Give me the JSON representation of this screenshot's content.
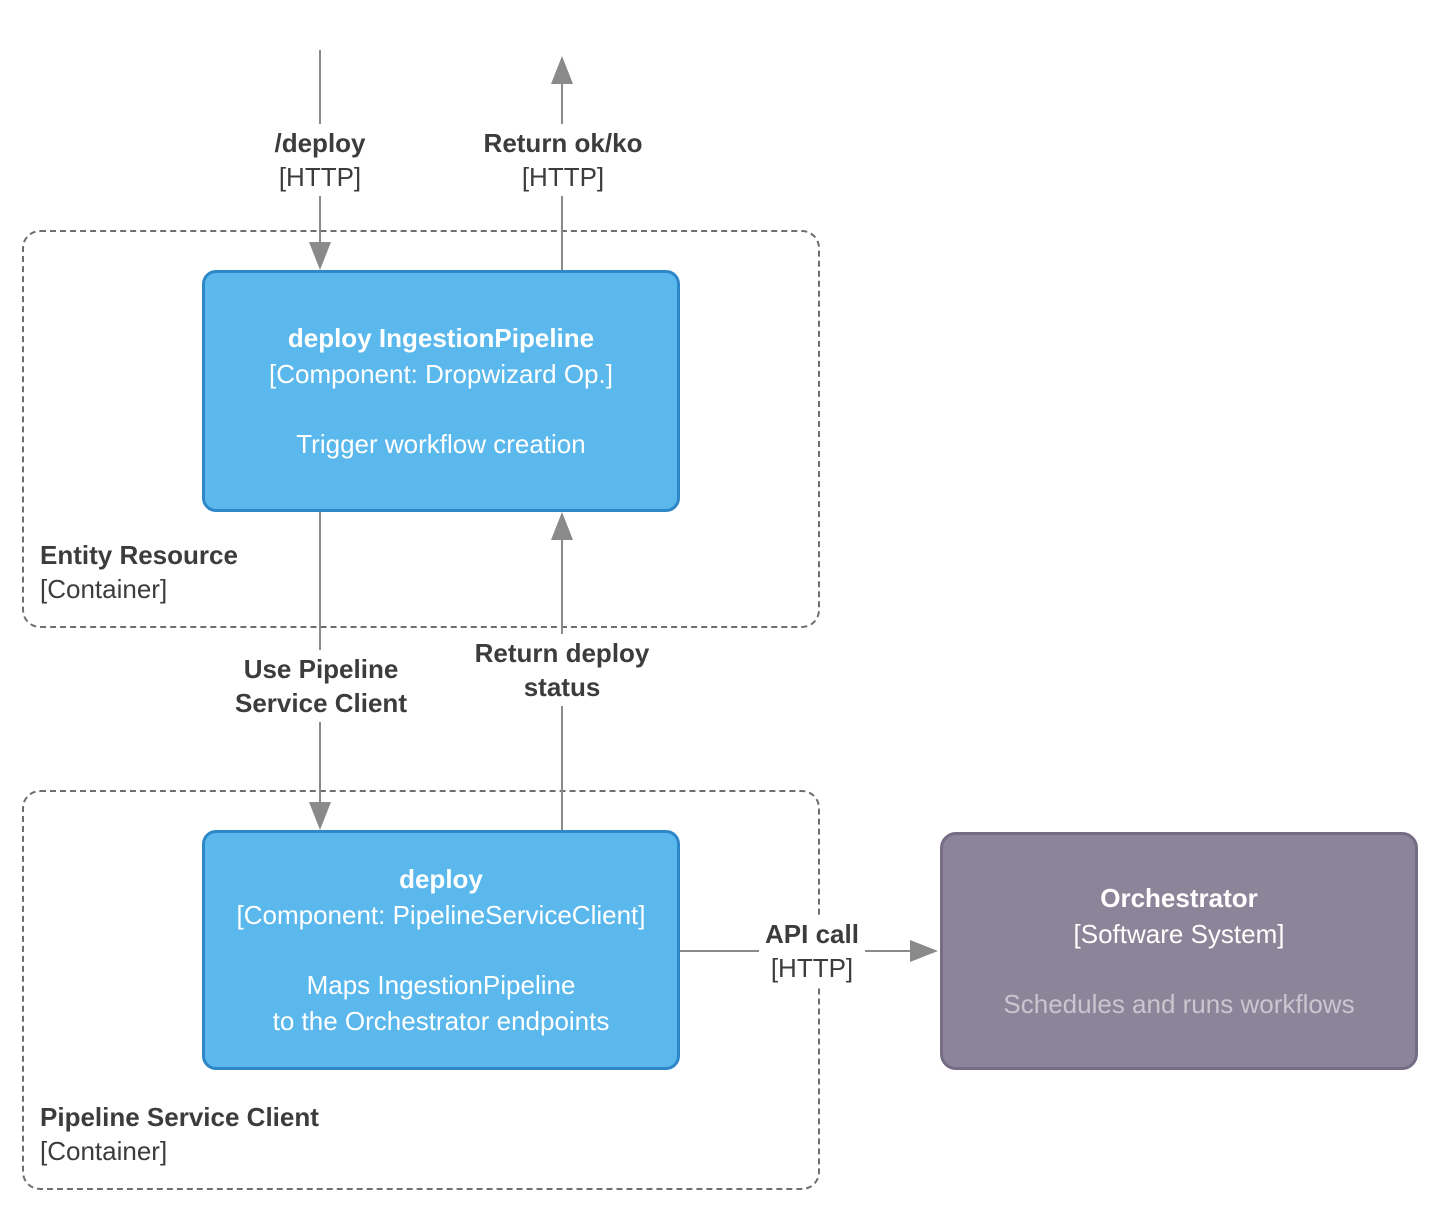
{
  "colors": {
    "component_fill": "#5BB8EC",
    "component_border": "#2E87C8",
    "external_fill": "#8C8498",
    "external_border": "#756D86",
    "external_desc_text": "#C9C6D0",
    "arrow": "#8A8A8A",
    "container_border": "#6E6E6E",
    "label_text": "#3C3C3C",
    "component_text": "#FFFFFF"
  },
  "containers": [
    {
      "title": "Entity Resource",
      "subtitle": "[Container]"
    },
    {
      "title": "Pipeline Service Client",
      "subtitle": "[Container]"
    }
  ],
  "components": [
    {
      "title": "deploy IngestionPipeline",
      "meta": "[Component: Dropwizard Op.]",
      "description": "Trigger workflow creation"
    },
    {
      "title": "deploy",
      "meta": "[Component: PipelineServiceClient]",
      "description_line1": "Maps IngestionPipeline",
      "description_line2": "to the Orchestrator endpoints"
    }
  ],
  "external_system": {
    "title": "Orchestrator",
    "meta": "[Software System]",
    "description": "Schedules and runs workflows"
  },
  "relationships": [
    {
      "description": "/deploy",
      "technology": "[HTTP]"
    },
    {
      "description": "Return ok/ko",
      "technology": "[HTTP]"
    },
    {
      "description": "Use Pipeline Service Client"
    },
    {
      "description": "Return deploy status"
    },
    {
      "description": "API call",
      "technology": "[HTTP]"
    }
  ]
}
